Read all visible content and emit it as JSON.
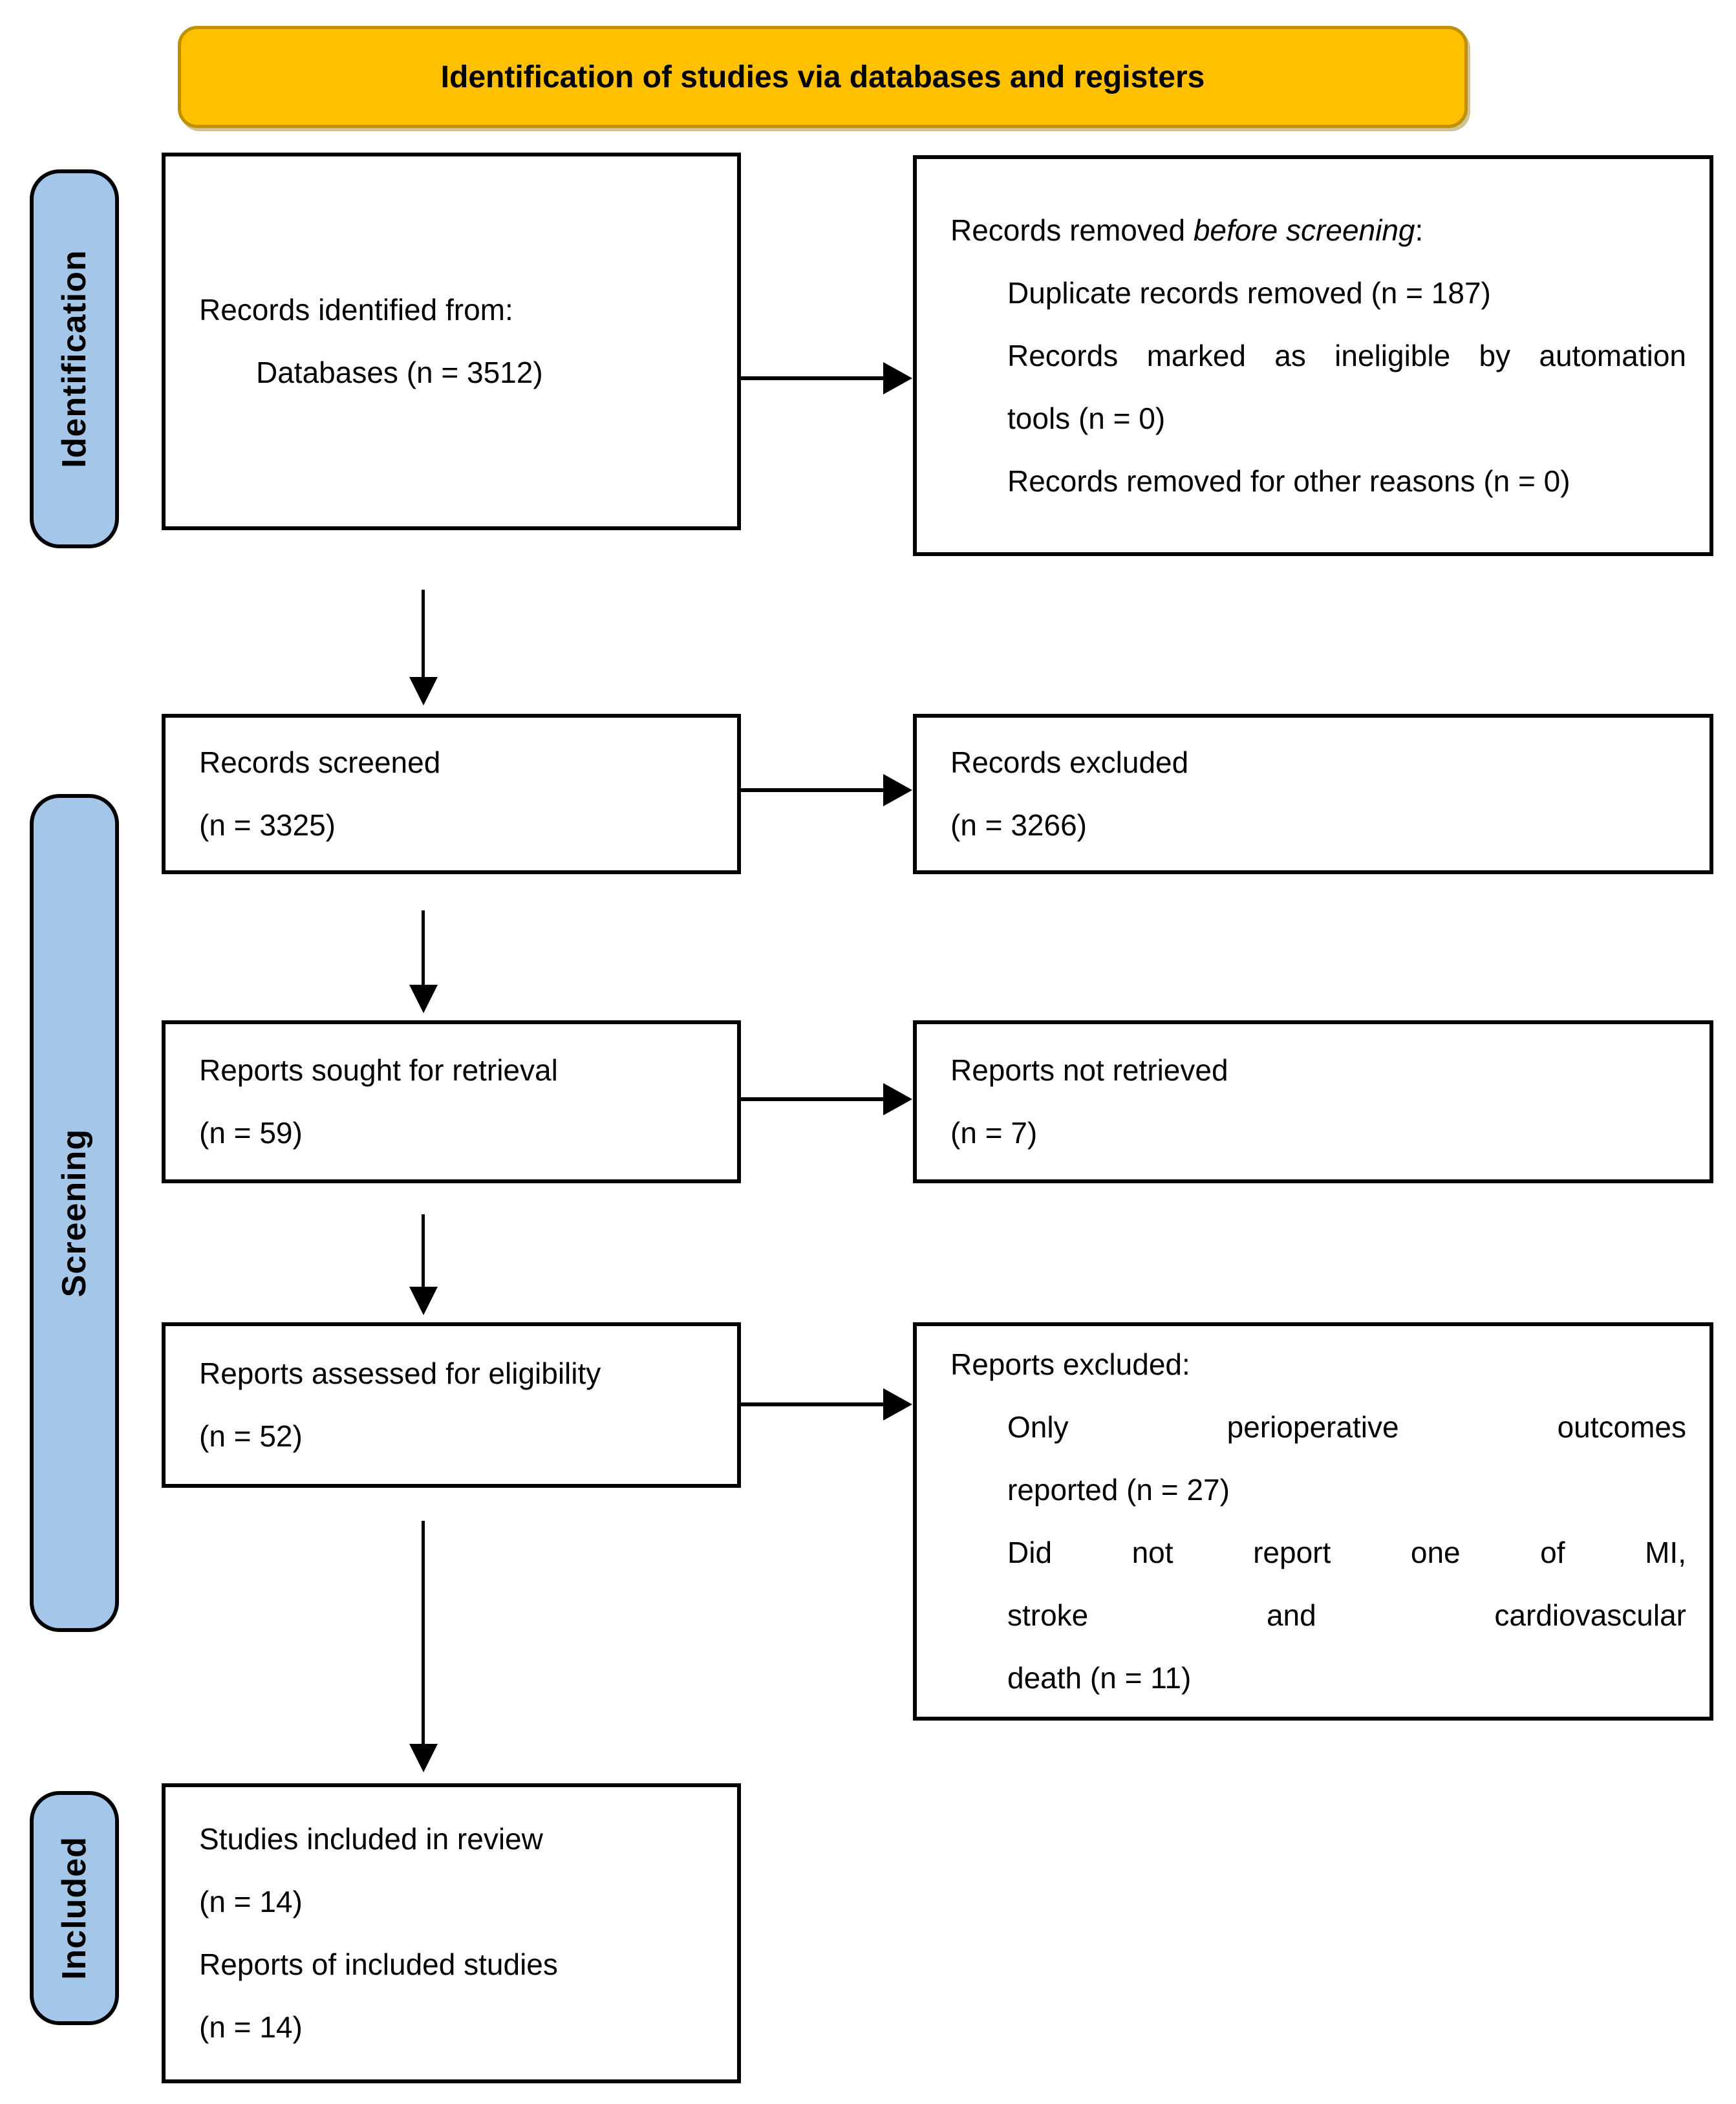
{
  "banner": {
    "title": "Identification of studies via databases and registers"
  },
  "stages": {
    "identification": "Identification",
    "screening": "Screening",
    "included": "Included"
  },
  "colors": {
    "banner_fill": "#FFC000",
    "banner_border": "#BF9000",
    "stage_fill": "#A4C6E8",
    "box_border": "#000000",
    "text": "#000000"
  },
  "boxes": {
    "records_identified": {
      "line1": "Records identified from:",
      "line2": "Databases (n = 3512)"
    },
    "records_removed": {
      "heading_prefix": "Records removed ",
      "heading_italic": "before screening",
      "heading_suffix": ":",
      "item1": "Duplicate records removed (n = 187)",
      "item2_line1": "Records marked as ineligible by automation",
      "item2_line2": "tools (n = 0)",
      "item3": "Records removed for other reasons (n = 0)"
    },
    "records_screened": {
      "line1": "Records screened",
      "line2": "(n = 3325)"
    },
    "records_excluded": {
      "line1": "Records excluded",
      "line2": "(n = 3266)"
    },
    "reports_sought": {
      "line1": "Reports sought for retrieval",
      "line2": "(n = 59)"
    },
    "reports_not_retrieved": {
      "line1": "Reports not retrieved",
      "line2": "(n = 7)"
    },
    "reports_assessed": {
      "line1": "Reports assessed for eligibility",
      "line2": "(n = 52)"
    },
    "reports_excluded": {
      "heading": "Reports excluded:",
      "item1_line1": "Only perioperative outcomes",
      "item1_line2": "reported (n = 27)",
      "item2_line1": "Did not report one of MI,",
      "item2_line2": "stroke and cardiovascular",
      "item2_line3": "death (n = 11)"
    },
    "studies_included": {
      "line1": "Studies included in review",
      "line2": "(n = 14)",
      "line3": "Reports of included studies",
      "line4": "(n = 14)"
    }
  }
}
